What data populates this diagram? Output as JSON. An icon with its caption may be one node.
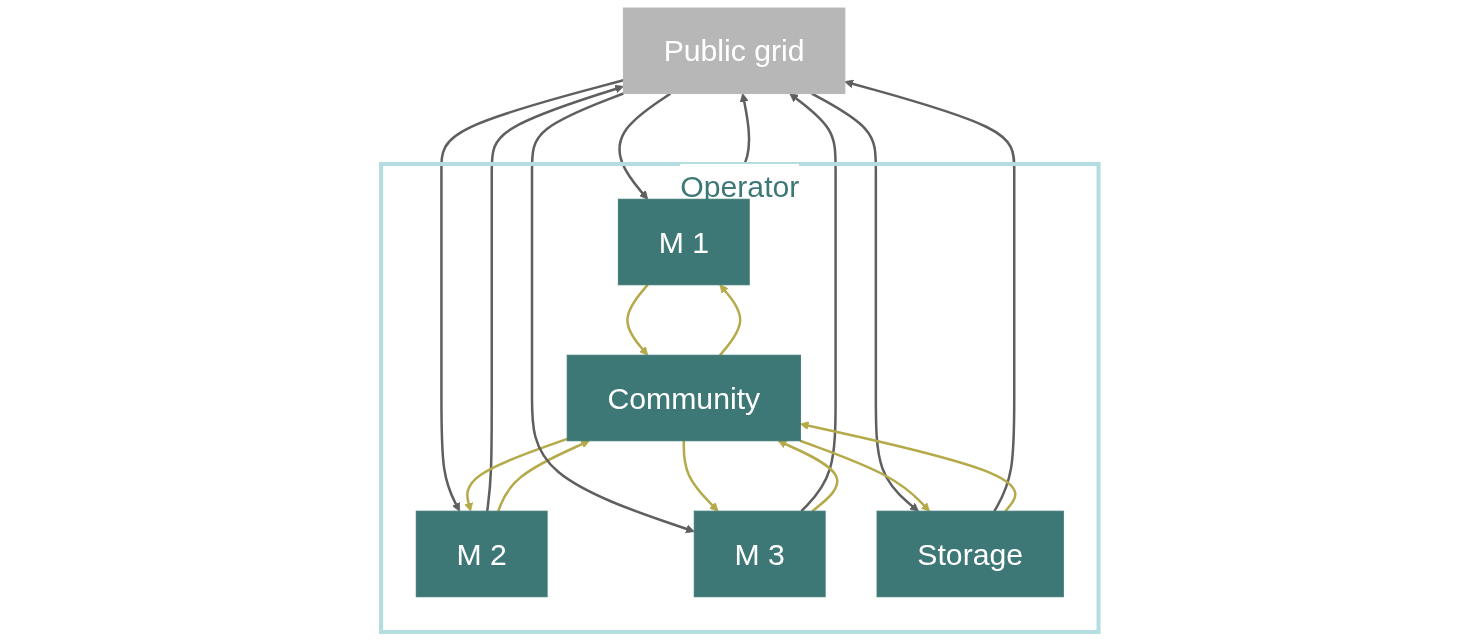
{
  "diagram": {
    "nodes": [
      {
        "text": [
          "Public grid"
        ]
      },
      {
        "text": [
          "Operator"
        ]
      },
      {
        "text": [
          "M 1"
        ],
        "in": 1
      },
      {
        "text": [
          "M 2"
        ],
        "in": 1
      },
      {
        "text": [
          "M 3"
        ],
        "in": 1
      },
      {
        "text": [
          "Storage"
        ],
        "in": 1
      },
      {
        "text": [
          "Community"
        ],
        "in": 1
      }
    ],
    "edges": [
      {
        "from": 0,
        "to": 2,
        "arrow": "to",
        "color": "#5f5f5f"
      },
      {
        "from": 2,
        "to": 0,
        "arrow": "to",
        "color": "#5f5f5f"
      },
      {
        "from": 2,
        "to": 6,
        "arrow": "to",
        "color": "#b5aa4a"
      },
      {
        "from": 6,
        "to": 2,
        "arrow": "to",
        "color": "#b5aa4a"
      },
      {
        "from": 0,
        "to": 3,
        "arrow": "to",
        "color": "#5f5f5f"
      },
      {
        "from": 3,
        "to": 0,
        "arrow": "to",
        "color": "#5f5f5f"
      },
      {
        "from": 3,
        "to": 6,
        "arrow": "to",
        "color": "#b5aa4a"
      },
      {
        "from": 6,
        "to": 3,
        "arrow": "to",
        "color": "#b5aa4a"
      },
      {
        "from": 0,
        "to": 4,
        "arrow": "to",
        "color": "#5f5f5f"
      },
      {
        "from": 4,
        "to": 0,
        "arrow": "to",
        "color": "#5f5f5f"
      },
      {
        "from": 4,
        "to": 6,
        "arrow": "to",
        "color": "#b5aa4a"
      },
      {
        "from": 6,
        "to": 4,
        "arrow": "to",
        "color": "#b5aa4a"
      },
      {
        "from": 0,
        "to": 5,
        "arrow": "to",
        "color": "#5f5f5f"
      },
      {
        "from": 5,
        "to": 0,
        "arrow": "to",
        "color": "#5f5f5f"
      },
      {
        "from": 5,
        "to": 6,
        "arrow": "to",
        "color": "#b5aa4a"
      },
      {
        "from": 6,
        "to": 5,
        "arrow": "to",
        "color": "#b5aa4a"
      }
    ]
  }
}
